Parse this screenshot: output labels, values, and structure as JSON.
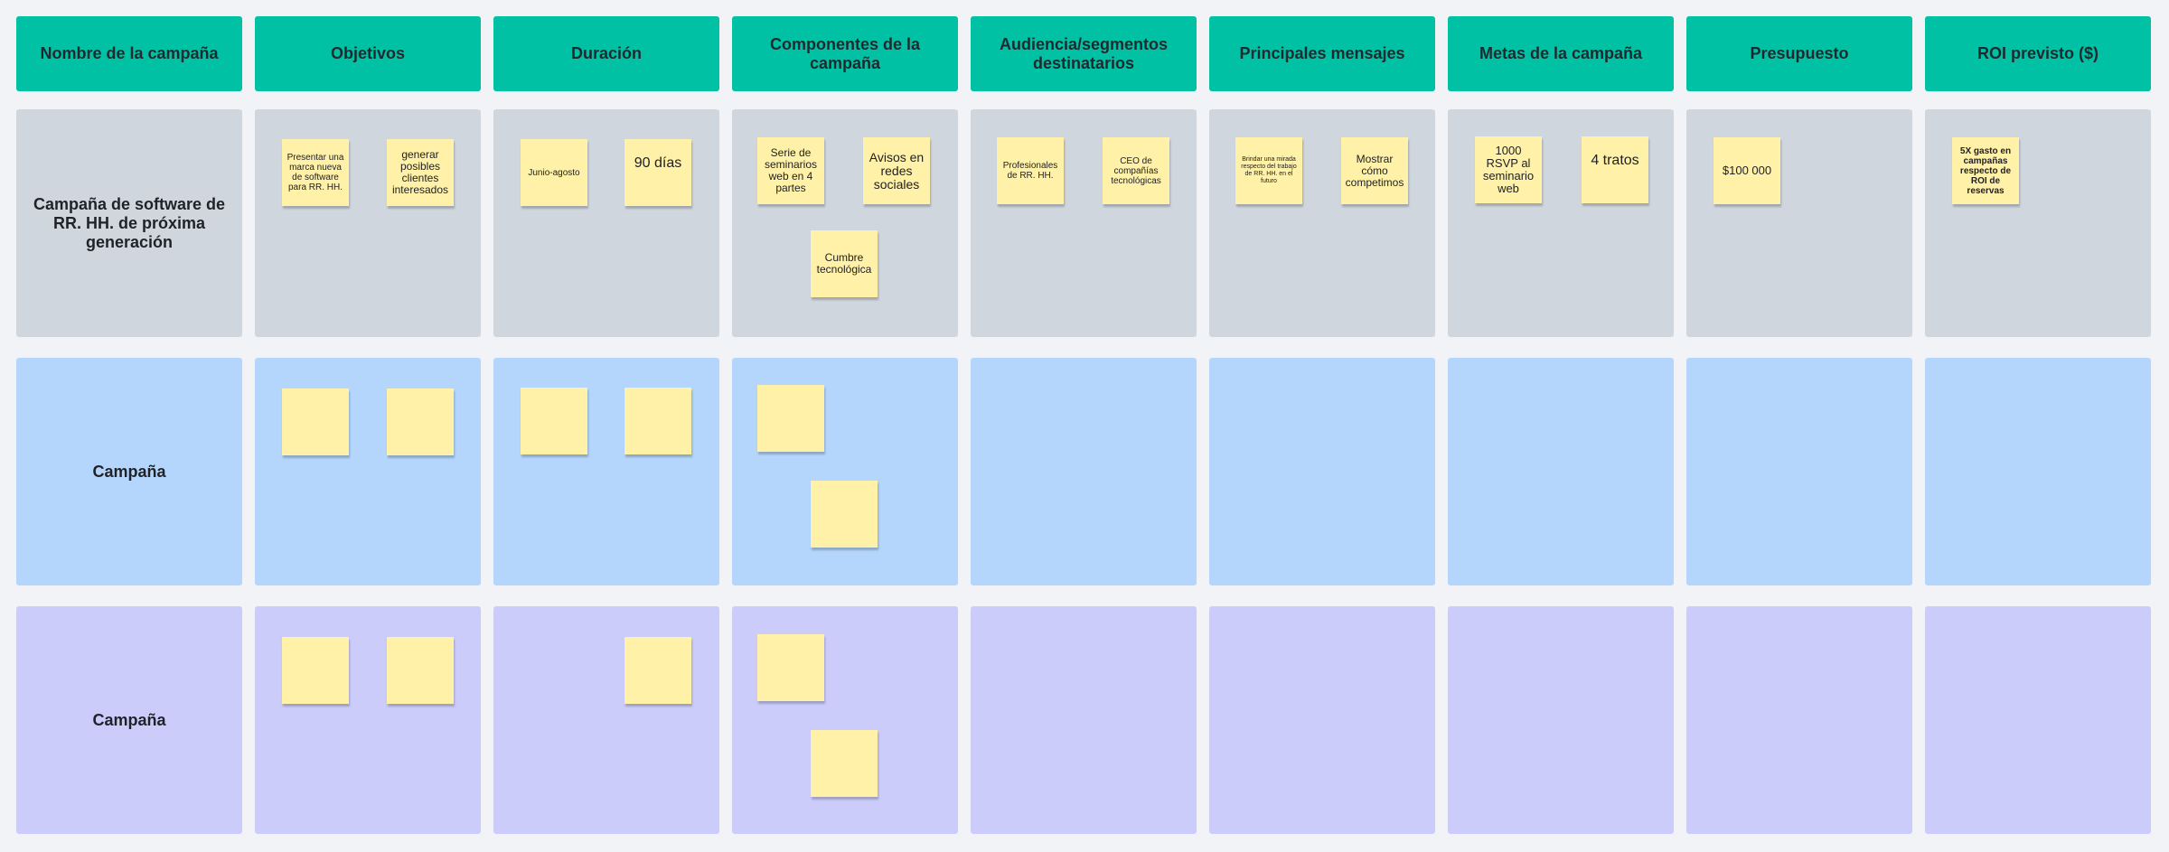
{
  "headers": [
    "Nombre de la campaña",
    "Objetivos",
    "Duración",
    "Componentes de la campaña",
    "Audiencia/segmentos destinatarios",
    "Principales mensajes",
    "Metas de la campaña",
    "Presupuesto",
    "ROI previsto ($)"
  ],
  "rows": [
    {
      "title": "Campaña de software de RR. HH. de próxima generación",
      "notes": {
        "objetivos": [
          "Presentar una marca nueva de software para RR. HH.",
          "generar posibles clientes interesados"
        ],
        "duracion": [
          "Junio-agosto",
          "90 días"
        ],
        "componentes": [
          "Serie de seminarios web en 4 partes",
          "Avisos en redes sociales",
          "Cumbre tecnológica"
        ],
        "audiencia": [
          "Profesionales de RR. HH.",
          "CEO de compañías tecnológicas"
        ],
        "mensajes": [
          "Brindar una mirada respecto del trabajo de RR. HH. en el futuro",
          "Mostrar cómo competimos"
        ],
        "metas": [
          "1000 RSVP al seminario web",
          "4 tratos"
        ],
        "presupuesto": [
          "$100 000"
        ],
        "roi": [
          "5X gasto en campañas respecto de ROI de reservas"
        ]
      }
    },
    {
      "title": "Campaña",
      "notes": {
        "objetivos": [
          "",
          ""
        ],
        "duracion": [
          "",
          ""
        ],
        "componentes": [
          "",
          ""
        ]
      }
    },
    {
      "title": "Campaña",
      "notes": {
        "objetivos": [
          "",
          ""
        ],
        "duracion": [
          ""
        ],
        "componentes": [
          "",
          ""
        ]
      }
    }
  ],
  "colors": {
    "background": "#f1f3f6",
    "header": "#00c1a4",
    "row_gray": "#cfd6de",
    "row_blue": "#b4d6fc",
    "row_lavender": "#ccccfb",
    "sticky_note": "#fff1a8"
  }
}
